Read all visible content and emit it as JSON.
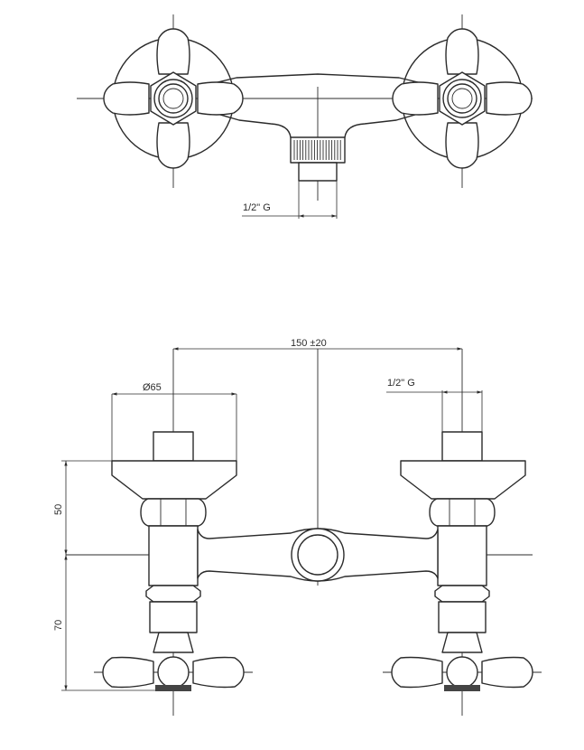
{
  "top_view": {
    "thread_label": "1/2\" G"
  },
  "front_view": {
    "center_distance_label": "150 ±20",
    "rosette_diameter_label": "Ø65",
    "outlet_thread_label": "1/2\" G",
    "height_upper_label": "50",
    "height_lower_label": "70"
  }
}
